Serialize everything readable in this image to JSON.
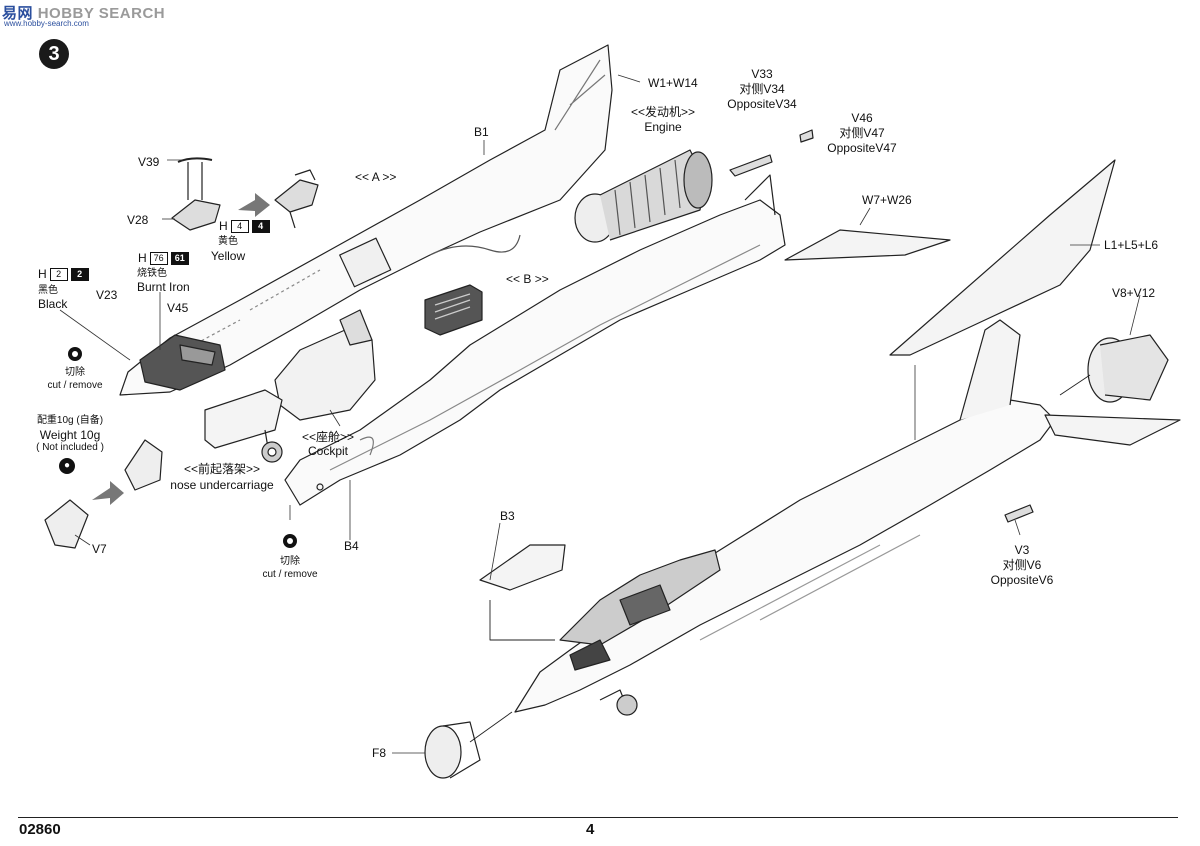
{
  "watermark": {
    "brand_cn": "易",
    "brand_rest": "网",
    "brand_en": "HOBBY SEARCH",
    "url": "www.hobby-search.com"
  },
  "step": {
    "number": "3"
  },
  "labels": {
    "w1_w14": "W1+W14",
    "engine_cn": "<<发动机>>",
    "engine_en": "Engine",
    "v33": "V33",
    "v33_cn": "对侧V34",
    "v33_en": "OppositeV34",
    "v46": "V46",
    "v46_cn": "对侧V47",
    "v46_en": "OppositeV47",
    "b1": "B1",
    "v39": "V39",
    "a": "<< A >>",
    "v28": "V28",
    "w7_w26": "W7+W26",
    "l1_l5_l6": "L1+L5+L6",
    "yellow_cn": "黄色",
    "yellow_en": "Yellow",
    "burnt_cn": "烧铁色",
    "burnt_en": "Burnt Iron",
    "b": "<< B >>",
    "black_cn": "黑色",
    "black_en": "Black",
    "v23": "V23",
    "v45": "V45",
    "v8_v12": "V8+V12",
    "cut1_cn": "切除",
    "cut1_en": "cut / remove",
    "weight_cn": "配重10g (自备)",
    "weight_en": "Weight 10g",
    "weight_note": "( Not included )",
    "cockpit_cn": "<<座舱>>",
    "cockpit_en": "Cockpit",
    "nose_cn": "<<前起落架>>",
    "nose_en": "nose undercarriage",
    "v7": "V7",
    "cut2_cn": "切除",
    "cut2_en": "cut / remove",
    "b4": "B4",
    "b3": "B3",
    "v3": "V3",
    "v3_cn": "对侧V6",
    "v3_en": "OppositeV6",
    "f8": "F8"
  },
  "paints": {
    "yellow": {
      "letter": "H",
      "code_light": "4",
      "code_dark": "4"
    },
    "burnt": {
      "letter": "H",
      "code_light": "76",
      "code_dark": "61"
    },
    "black": {
      "letter": "H",
      "code_light": "2",
      "code_dark": "2"
    }
  },
  "footer": {
    "code": "02860",
    "page": "4"
  }
}
